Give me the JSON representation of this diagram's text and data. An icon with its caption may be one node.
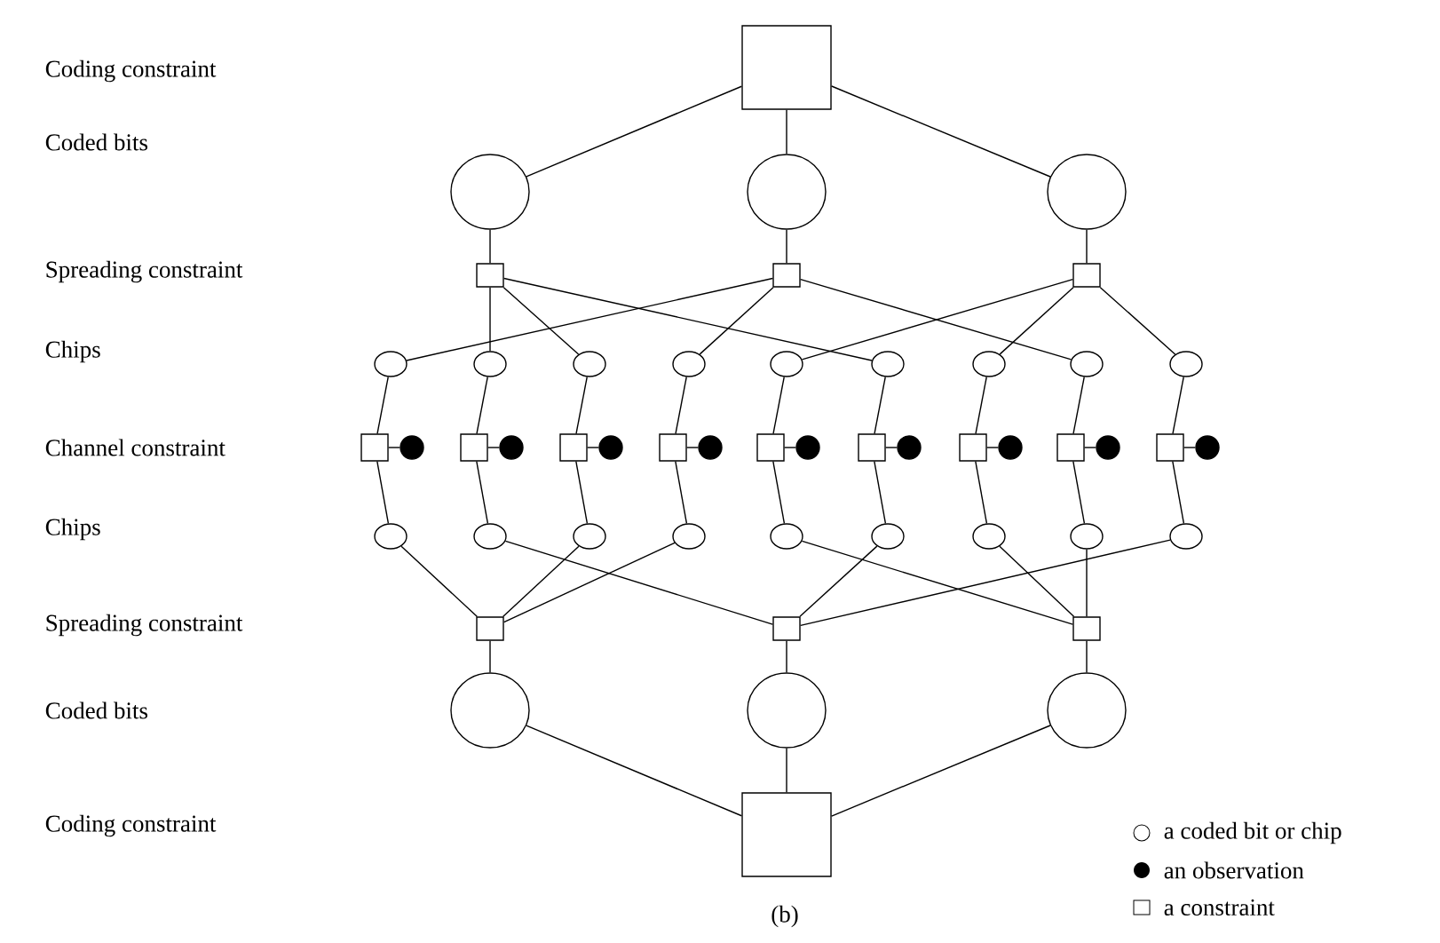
{
  "diagram": {
    "caption": "(b)",
    "nodes": [
      {
        "text": [],
        "shape": "box"
      },
      {
        "text": [],
        "shape": "circle"
      },
      {
        "text": [],
        "shape": "circle"
      },
      {
        "text": [],
        "shape": "circle"
      },
      {
        "text": [],
        "shape": "box"
      },
      {
        "text": [],
        "shape": "box"
      },
      {
        "text": [],
        "shape": "box"
      },
      {
        "text": [],
        "shape": "circle"
      },
      {
        "text": [],
        "shape": "circle"
      },
      {
        "text": [],
        "shape": "circle"
      },
      {
        "text": [],
        "shape": "circle"
      },
      {
        "text": [],
        "shape": "circle"
      },
      {
        "text": [],
        "shape": "circle"
      },
      {
        "text": [],
        "shape": "circle"
      },
      {
        "text": [],
        "shape": "circle"
      },
      {
        "text": [],
        "shape": "circle"
      },
      {
        "text": [],
        "shape": "box"
      },
      {
        "text": [],
        "shape": "dot"
      },
      {
        "text": [],
        "shape": "box"
      },
      {
        "text": [],
        "shape": "dot"
      },
      {
        "text": [],
        "shape": "box"
      },
      {
        "text": [],
        "shape": "dot"
      },
      {
        "text": [],
        "shape": "box"
      },
      {
        "text": [],
        "shape": "dot"
      },
      {
        "text": [],
        "shape": "box"
      },
      {
        "text": [],
        "shape": "dot"
      },
      {
        "text": [],
        "shape": "box"
      },
      {
        "text": [],
        "shape": "dot"
      },
      {
        "text": [],
        "shape": "box"
      },
      {
        "text": [],
        "shape": "dot"
      },
      {
        "text": [],
        "shape": "box"
      },
      {
        "text": [],
        "shape": "dot"
      },
      {
        "text": [],
        "shape": "box"
      },
      {
        "text": [],
        "shape": "dot"
      },
      {
        "text": [],
        "shape": "circle"
      },
      {
        "text": [],
        "shape": "circle"
      },
      {
        "text": [],
        "shape": "circle"
      },
      {
        "text": [],
        "shape": "circle"
      },
      {
        "text": [],
        "shape": "circle"
      },
      {
        "text": [],
        "shape": "circle"
      },
      {
        "text": [],
        "shape": "circle"
      },
      {
        "text": [],
        "shape": "circle"
      },
      {
        "text": [],
        "shape": "circle"
      },
      {
        "text": [],
        "shape": "box"
      },
      {
        "text": [],
        "shape": "box"
      },
      {
        "text": [],
        "shape": "box"
      },
      {
        "text": [],
        "shape": "circle"
      },
      {
        "text": [],
        "shape": "circle"
      },
      {
        "text": [],
        "shape": "circle"
      },
      {
        "text": [],
        "shape": "box"
      }
    ],
    "edges": [
      {
        "from": 0,
        "to": 1,
        "arrow": "none"
      },
      {
        "from": 0,
        "to": 2,
        "arrow": "none"
      },
      {
        "from": 0,
        "to": 3,
        "arrow": "none"
      },
      {
        "from": 1,
        "to": 4,
        "arrow": "none"
      },
      {
        "from": 2,
        "to": 5,
        "arrow": "none"
      },
      {
        "from": 3,
        "to": 6,
        "arrow": "none"
      },
      {
        "from": 4,
        "to": 8,
        "arrow": "none"
      },
      {
        "from": 4,
        "to": 9,
        "arrow": "none"
      },
      {
        "from": 4,
        "to": 12,
        "arrow": "none"
      },
      {
        "from": 5,
        "to": 7,
        "arrow": "none"
      },
      {
        "from": 5,
        "to": 10,
        "arrow": "none"
      },
      {
        "from": 5,
        "to": 14,
        "arrow": "none"
      },
      {
        "from": 6,
        "to": 11,
        "arrow": "none"
      },
      {
        "from": 6,
        "to": 13,
        "arrow": "none"
      },
      {
        "from": 6,
        "to": 15,
        "arrow": "none"
      },
      {
        "from": 7,
        "to": 16,
        "arrow": "none"
      },
      {
        "from": 8,
        "to": 18,
        "arrow": "none"
      },
      {
        "from": 9,
        "to": 20,
        "arrow": "none"
      },
      {
        "from": 10,
        "to": 22,
        "arrow": "none"
      },
      {
        "from": 11,
        "to": 24,
        "arrow": "none"
      },
      {
        "from": 12,
        "to": 26,
        "arrow": "none"
      },
      {
        "from": 13,
        "to": 28,
        "arrow": "none"
      },
      {
        "from": 14,
        "to": 30,
        "arrow": "none"
      },
      {
        "from": 15,
        "to": 32,
        "arrow": "none"
      },
      {
        "from": 16,
        "to": 17,
        "arrow": "none"
      },
      {
        "from": 18,
        "to": 19,
        "arrow": "none"
      },
      {
        "from": 20,
        "to": 21,
        "arrow": "none"
      },
      {
        "from": 22,
        "to": 23,
        "arrow": "none"
      },
      {
        "from": 24,
        "to": 25,
        "arrow": "none"
      },
      {
        "from": 26,
        "to": 27,
        "arrow": "none"
      },
      {
        "from": 28,
        "to": 29,
        "arrow": "none"
      },
      {
        "from": 30,
        "to": 31,
        "arrow": "none"
      },
      {
        "from": 32,
        "to": 33,
        "arrow": "none"
      },
      {
        "from": 16,
        "to": 34,
        "arrow": "none"
      },
      {
        "from": 18,
        "to": 35,
        "arrow": "none"
      },
      {
        "from": 20,
        "to": 36,
        "arrow": "none"
      },
      {
        "from": 22,
        "to": 37,
        "arrow": "none"
      },
      {
        "from": 24,
        "to": 38,
        "arrow": "none"
      },
      {
        "from": 26,
        "to": 39,
        "arrow": "none"
      },
      {
        "from": 28,
        "to": 40,
        "arrow": "none"
      },
      {
        "from": 30,
        "to": 41,
        "arrow": "none"
      },
      {
        "from": 32,
        "to": 42,
        "arrow": "none"
      },
      {
        "from": 34,
        "to": 43,
        "arrow": "none"
      },
      {
        "from": 36,
        "to": 43,
        "arrow": "none"
      },
      {
        "from": 37,
        "to": 43,
        "arrow": "none"
      },
      {
        "from": 35,
        "to": 44,
        "arrow": "none"
      },
      {
        "from": 39,
        "to": 44,
        "arrow": "none"
      },
      {
        "from": 42,
        "to": 44,
        "arrow": "none"
      },
      {
        "from": 38,
        "to": 45,
        "arrow": "none"
      },
      {
        "from": 40,
        "to": 45,
        "arrow": "none"
      },
      {
        "from": 41,
        "to": 45,
        "arrow": "none"
      },
      {
        "from": 43,
        "to": 46,
        "arrow": "none"
      },
      {
        "from": 44,
        "to": 47,
        "arrow": "none"
      },
      {
        "from": 45,
        "to": 48,
        "arrow": "none"
      },
      {
        "from": 46,
        "to": 49,
        "arrow": "none"
      },
      {
        "from": 47,
        "to": 49,
        "arrow": "none"
      },
      {
        "from": 48,
        "to": 49,
        "arrow": "none"
      }
    ],
    "labels": [
      "Coding constraint",
      "Coded bits",
      "Spreading constraint",
      "Chips",
      "Channel constraint",
      "Chips",
      "Spreading constraint",
      "Coded bits",
      "Coding constraint"
    ],
    "legend": [
      {
        "text": "a coded bit or chip"
      },
      {
        "text": "an observation"
      },
      {
        "text": "a constraint"
      }
    ]
  }
}
